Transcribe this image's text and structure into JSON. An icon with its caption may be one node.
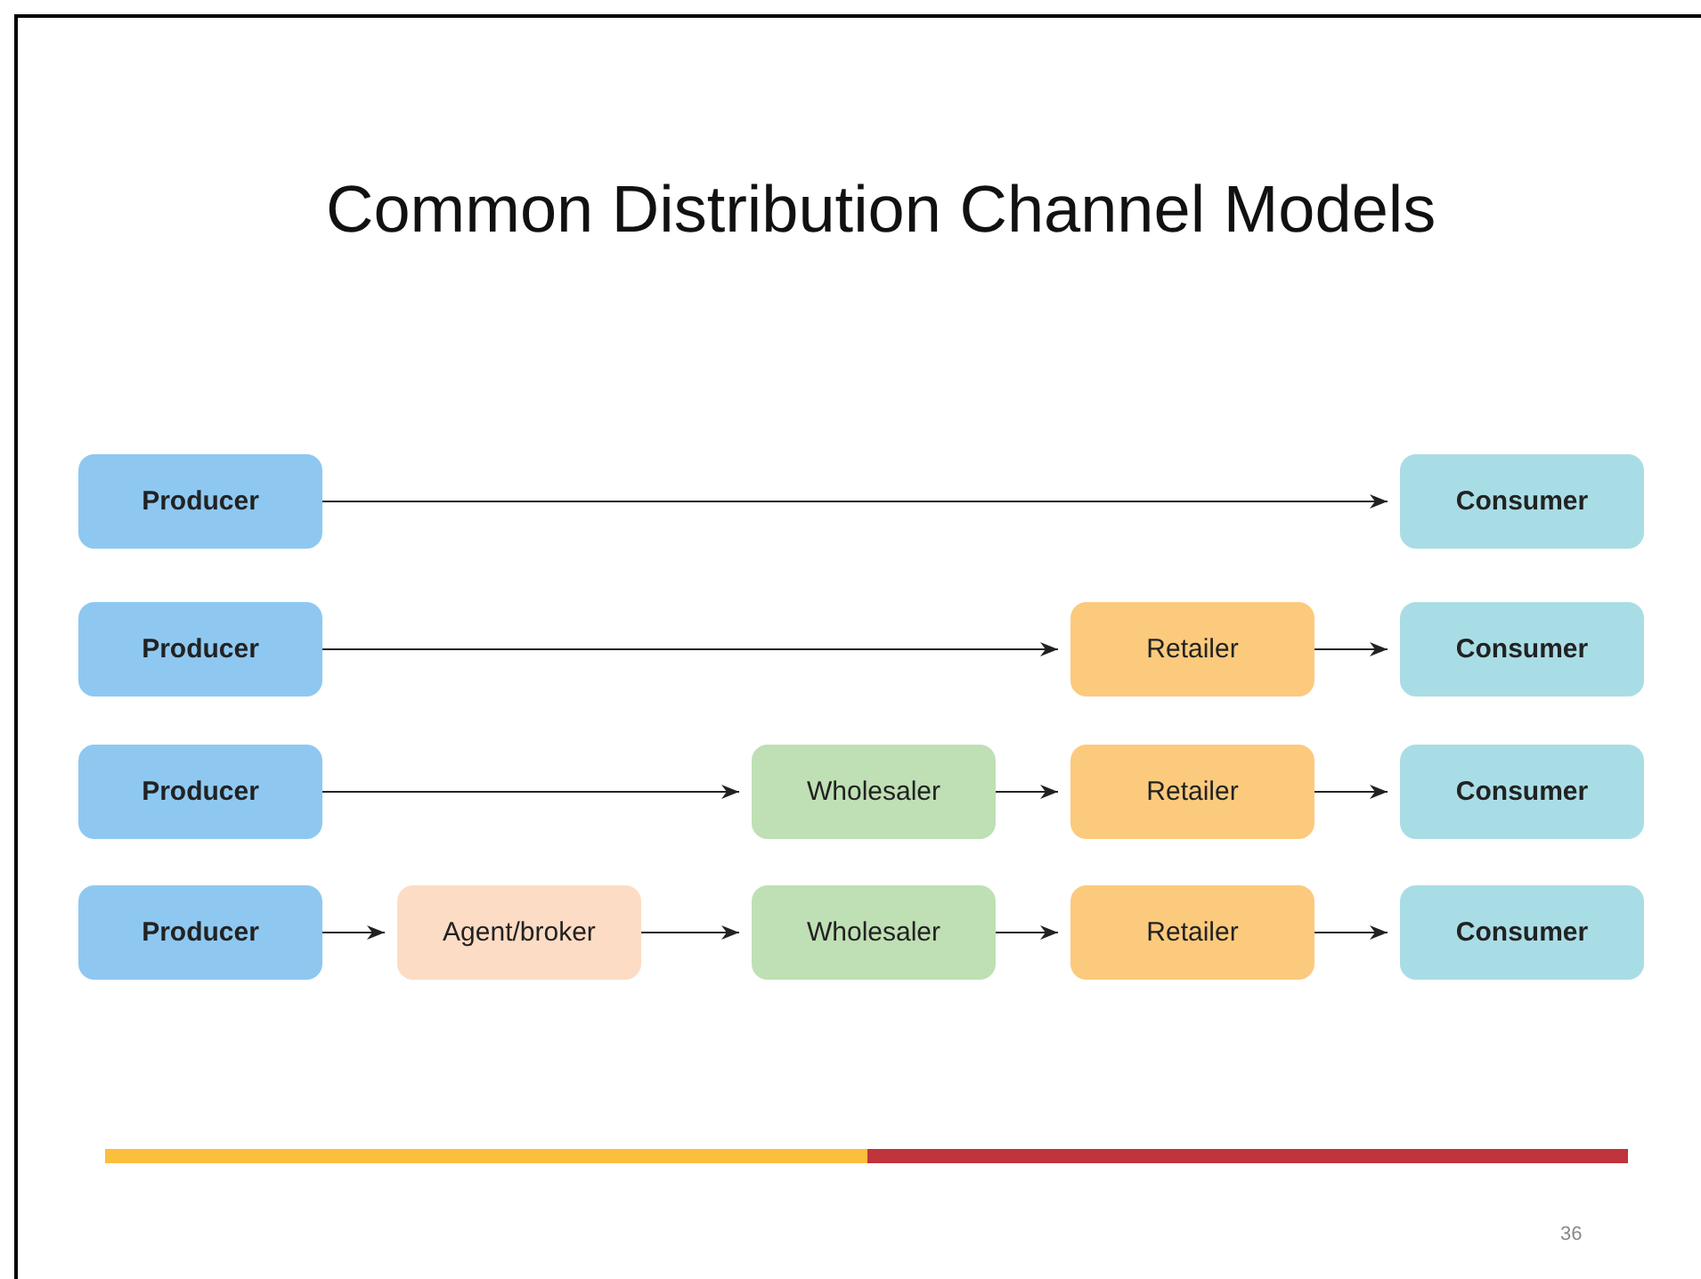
{
  "diagram": {
    "title": "Common Distribution Channel Models",
    "nodes": [
      {
        "text": [
          "Producer"
        ]
      },
      {
        "text": [
          "Consumer"
        ]
      },
      {
        "text": [
          "Producer"
        ]
      },
      {
        "text": [
          "Retailer"
        ]
      },
      {
        "text": [
          "Consumer"
        ]
      },
      {
        "text": [
          "Producer"
        ]
      },
      {
        "text": [
          "Wholesaler"
        ]
      },
      {
        "text": [
          "Retailer"
        ]
      },
      {
        "text": [
          "Consumer"
        ]
      },
      {
        "text": [
          "Producer"
        ]
      },
      {
        "text": [
          "Agent/broker"
        ]
      },
      {
        "text": [
          "Wholesaler"
        ]
      },
      {
        "text": [
          "Retailer"
        ]
      },
      {
        "text": [
          "Consumer"
        ]
      }
    ],
    "edges": [
      {
        "from": 0,
        "to": 1,
        "arrow": "to"
      },
      {
        "from": 2,
        "to": 3,
        "arrow": "to"
      },
      {
        "from": 3,
        "to": 4,
        "arrow": "to"
      },
      {
        "from": 5,
        "to": 6,
        "arrow": "to"
      },
      {
        "from": 6,
        "to": 7,
        "arrow": "to"
      },
      {
        "from": 7,
        "to": 8,
        "arrow": "to"
      },
      {
        "from": 9,
        "to": 10,
        "arrow": "to"
      },
      {
        "from": 10,
        "to": 11,
        "arrow": "to"
      },
      {
        "from": 11,
        "to": 12,
        "arrow": "to"
      },
      {
        "from": 12,
        "to": 13,
        "arrow": "to"
      }
    ],
    "labels": [
      "36"
    ]
  }
}
